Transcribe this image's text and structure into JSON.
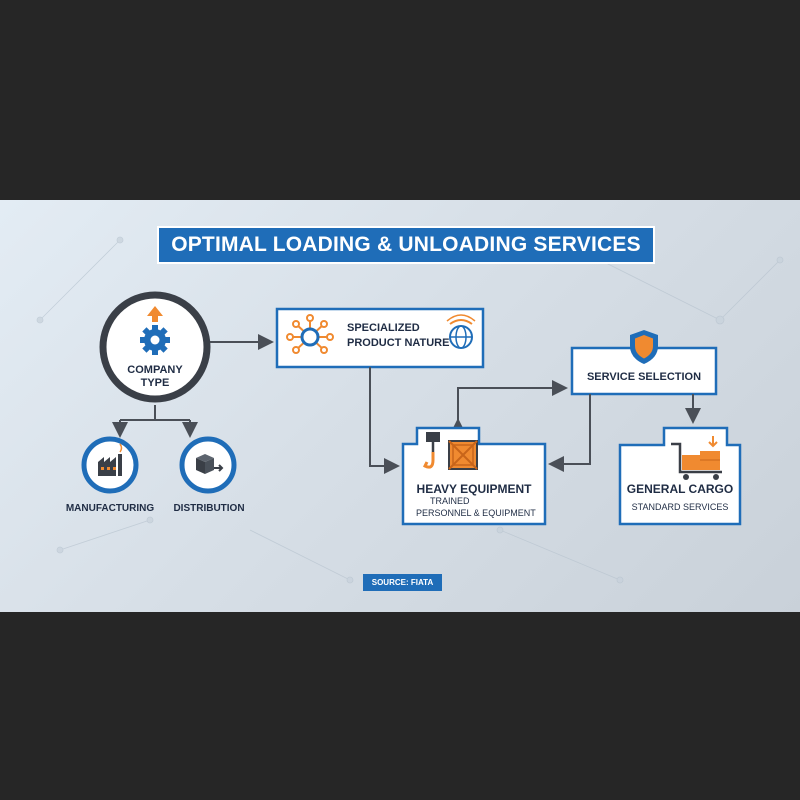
{
  "title": "OPTIMAL LOADING & UNLOADING SERVICES",
  "nodes": {
    "company_type": "COMPANY\nTYPE",
    "manufacturing": "MANUFACTURING",
    "distribution": "DISTRIBUTION",
    "specialized": "SPECIALIZED\nPRODUCT NATURE",
    "service_selection": "SERVICE SELECTION",
    "heavy_title": "HEAVY EQUIPMENT",
    "heavy_sub1": "TRAINED",
    "heavy_sub2": "PERSONNEL & EQUIPMENT",
    "general_title": "GENERAL CARGO",
    "general_sub": "STANDARD SERVICES"
  },
  "source": "SOURCE: FIATA",
  "colors": {
    "accent_blue": "#1f6db8",
    "accent_orange": "#f08a30",
    "ring_dark": "#3a3f47",
    "arrow": "#4a4f57"
  },
  "icons": [
    "gear-icon",
    "up-arrow-icon",
    "factory-icon",
    "box-icon",
    "network-icon",
    "globe-icon",
    "shield-icon",
    "hook-icon",
    "crate-icon",
    "cart-icon"
  ]
}
